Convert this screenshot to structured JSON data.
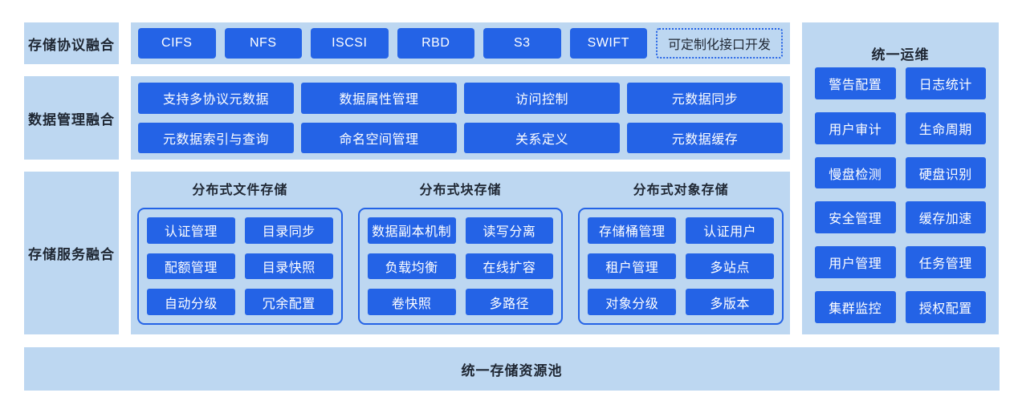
{
  "colors": {
    "accent": "#2463e6",
    "panel": "#bdd7f1",
    "ink": "#1f2733",
    "white": "#ffffff"
  },
  "left_labels": {
    "protocol": "存储协议融合",
    "data_mgmt": "数据管理融合",
    "service": "存储服务融合"
  },
  "protocols": {
    "buttons": [
      "CIFS",
      "NFS",
      "ISCSI",
      "RBD",
      "S3",
      "SWIFT"
    ],
    "custom": "可定制化接口开发"
  },
  "data_mgmt": {
    "buttons": [
      "支持多协议元数据",
      "数据属性管理",
      "访问控制",
      "元数据同步",
      "元数据索引与查询",
      "命名空间管理",
      "关系定义",
      "元数据缓存"
    ]
  },
  "services": {
    "groups": [
      {
        "title": "分布式文件存储",
        "buttons": [
          "认证管理",
          "目录同步",
          "配额管理",
          "目录快照",
          "自动分级",
          "冗余配置"
        ]
      },
      {
        "title": "分布式块存储",
        "buttons": [
          "数据副本机制",
          "读写分离",
          "负载均衡",
          "在线扩容",
          "卷快照",
          "多路径"
        ]
      },
      {
        "title": "分布式对象存储",
        "buttons": [
          "存储桶管理",
          "认证用户",
          "租户管理",
          "多站点",
          "对象分级",
          "多版本"
        ]
      }
    ]
  },
  "ops": {
    "title": "统一运维",
    "buttons": [
      "警告配置",
      "日志统计",
      "用户审计",
      "生命周期",
      "慢盘检测",
      "硬盘识别",
      "安全管理",
      "缓存加速",
      "用户管理",
      "任务管理",
      "集群监控",
      "授权配置"
    ]
  },
  "footer": {
    "label": "统一存储资源池"
  }
}
